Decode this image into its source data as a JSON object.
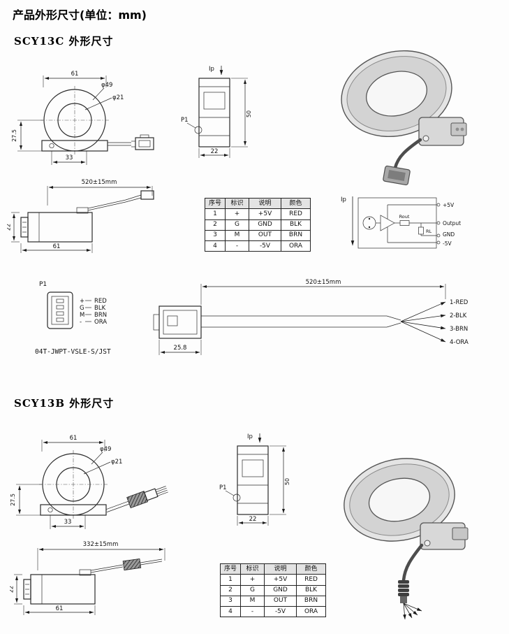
{
  "page": {
    "title": "产品外形尺寸(单位：mm)",
    "section_c": "SCY13C 外形尺寸",
    "section_b": "SCY13B 外形尺寸"
  },
  "scy13c": {
    "front": {
      "width": "61",
      "outer_dia": "φ49",
      "inner_dia": "φ21",
      "height": "27.5",
      "base": "33"
    },
    "side": {
      "ip": "Ip",
      "p1": "P1",
      "height": "50",
      "width": "22"
    },
    "cable_view": {
      "length": "520±15mm",
      "width": "61",
      "thickness": "22"
    },
    "table": {
      "headers": [
        "序号",
        "标识",
        "说明",
        "颜色"
      ],
      "rows": [
        [
          "1",
          "+",
          "+5V",
          "RED"
        ],
        [
          "2",
          "G",
          "GND",
          "BLK"
        ],
        [
          "3",
          "M",
          "OUT",
          "BRN"
        ],
        [
          "4",
          "-",
          "-5V",
          "ORA"
        ]
      ]
    },
    "circuit": {
      "ip": "Ip",
      "vcc": "+5V",
      "output": "Output",
      "gnd": "GND",
      "vee": "-5V",
      "rout": "Rout",
      "rl": "RL"
    },
    "assembly": {
      "p1": "P1",
      "pins": [
        {
          "mark": "+",
          "color": "RED"
        },
        {
          "mark": "G",
          "color": "BLK"
        },
        {
          "mark": "M",
          "color": "BRN"
        },
        {
          "mark": "-",
          "color": "ORA"
        }
      ],
      "part_no": "04T-JWPT-VSLE-S/JST",
      "conn_width": "25.8",
      "length": "520±15mm",
      "wires": [
        "1-RED",
        "2-BLK",
        "3-BRN",
        "4-ORA"
      ]
    }
  },
  "scy13b": {
    "front": {
      "width": "61",
      "outer_dia": "φ49",
      "inner_dia": "φ21",
      "height": "27.5",
      "base": "33"
    },
    "side": {
      "ip": "Ip",
      "p1": "P1",
      "height": "50",
      "width": "22"
    },
    "cable_view": {
      "length": "332±15mm",
      "width": "61",
      "thickness": "22"
    },
    "table": {
      "headers": [
        "序号",
        "标识",
        "说明",
        "颜色"
      ],
      "rows": [
        [
          "1",
          "+",
          "+5V",
          "RED"
        ],
        [
          "2",
          "G",
          "GND",
          "BLK"
        ],
        [
          "3",
          "M",
          "OUT",
          "BRN"
        ],
        [
          "4",
          "-",
          "-5V",
          "ORA"
        ]
      ]
    }
  }
}
